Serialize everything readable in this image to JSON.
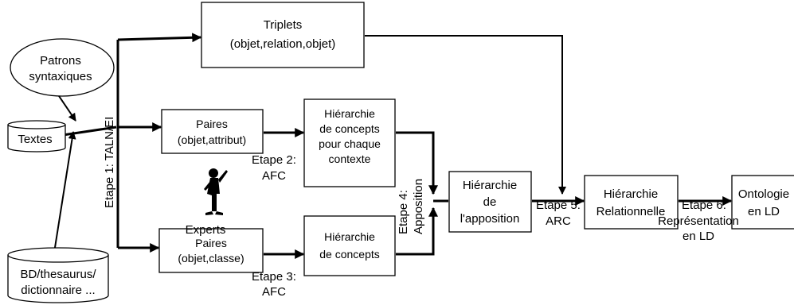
{
  "nodes": {
    "triplets": [
      "Triplets",
      "(objet,relation,objet)"
    ],
    "patrons": [
      "Patrons",
      "syntaxiques"
    ],
    "textes": [
      "Textes"
    ],
    "bd": [
      "BD/thesaurus/",
      "dictionnaire ..."
    ],
    "paires_attr": [
      "Paires",
      "(objet,attribut)"
    ],
    "paires_classe": [
      "Paires",
      "(objet,classe)"
    ],
    "hier_ctx": [
      "Hiérarchie",
      "de concepts",
      "pour chaque",
      "contexte"
    ],
    "hier_concepts": [
      "Hiérarchie",
      "de concepts"
    ],
    "hier_appos": [
      "Hiérarchie",
      "de",
      "l'apposition"
    ],
    "hier_rel": [
      "Hiérarchie",
      "Relationnelle"
    ],
    "ontologie": [
      "Ontologie",
      "en LD"
    ],
    "experts": [
      "Experts"
    ]
  },
  "edge_labels": {
    "etape1": "Etape 1: TALN/EI",
    "etape2": [
      "Etape 2:",
      "AFC"
    ],
    "etape3": [
      "Etape 3:",
      "AFC"
    ],
    "etape4": [
      "Etape 4:",
      "Apposition"
    ],
    "etape5": [
      "Etape 5:",
      "ARC"
    ],
    "etape6": [
      "Etape 6:",
      "Représentation",
      "en LD"
    ]
  }
}
